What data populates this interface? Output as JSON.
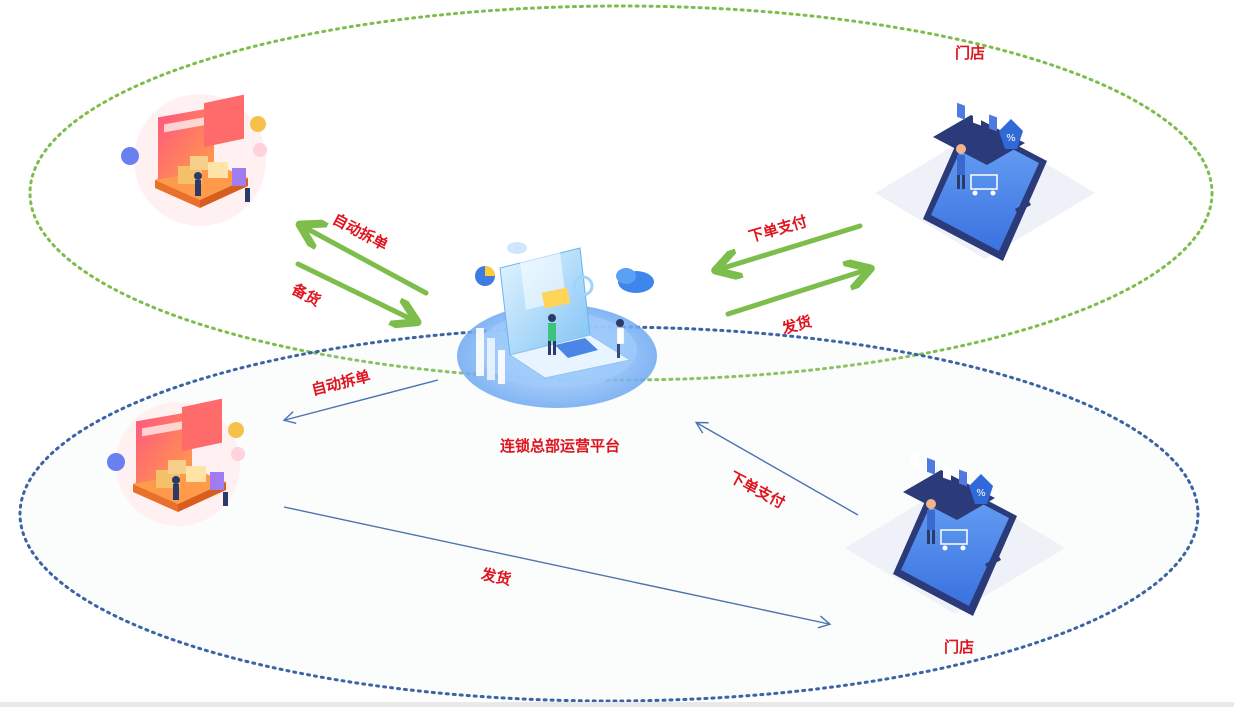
{
  "platform": {
    "label": "连锁总部运营平台"
  },
  "top_group": {
    "store_label": "门店",
    "arrow_split_label": "自动拆单",
    "arrow_prepare_label": "备货",
    "arrow_order_label": "下单支付",
    "arrow_ship_label": "发货"
  },
  "bottom_group": {
    "store_label": "门店",
    "arrow_split_label": "自动拆单",
    "arrow_order_label": "下单支付",
    "arrow_ship_label": "发货"
  },
  "colors": {
    "label_red": "#e0141e",
    "top_ellipse_green": "#7cbd4c",
    "bottom_ellipse_blue": "#3a64a4",
    "thick_arrow_green": "#7cbd4c",
    "thin_arrow_blue": "#4d72b0"
  },
  "icons": {
    "warehouse": "warehouse-illustration",
    "store": "store-illustration",
    "platform": "laptop-platform-illustration"
  }
}
